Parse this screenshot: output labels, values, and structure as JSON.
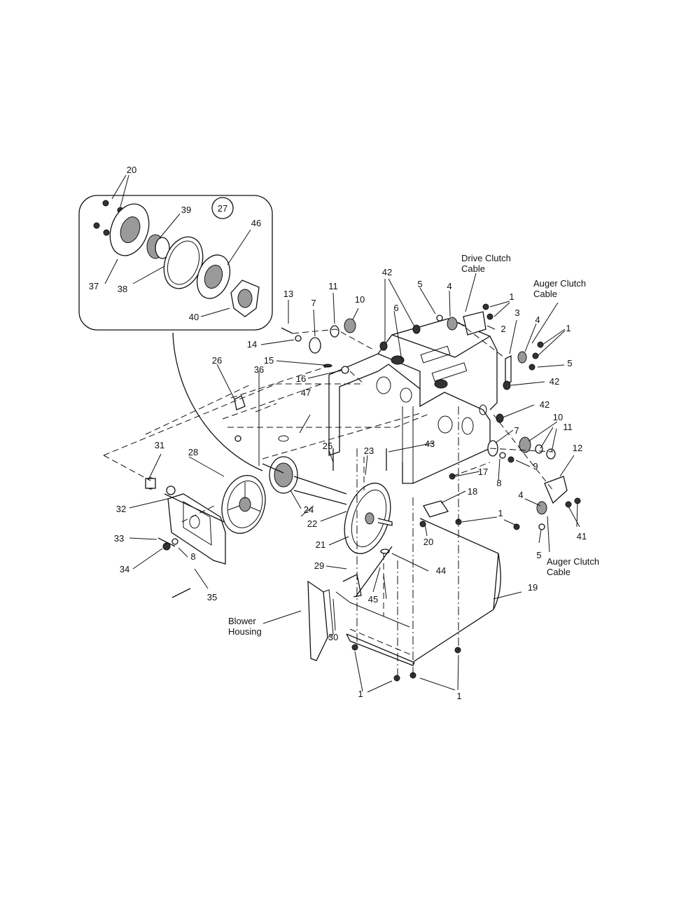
{
  "callouts": {
    "c1a": "1",
    "c1b": "1",
    "c1c": "1",
    "c1d": "1",
    "c1e": "1",
    "c2": "2",
    "c3": "3",
    "c4a": "4",
    "c4b": "4",
    "c4c": "4",
    "c5a": "5",
    "c5b": "5",
    "c5c": "5",
    "c6": "6",
    "c7a": "7",
    "c7b": "7",
    "c8a": "8",
    "c8b": "8",
    "c9": "9",
    "c10a": "10",
    "c10b": "10",
    "c11a": "11",
    "c11b": "11",
    "c12": "12",
    "c13": "13",
    "c14": "14",
    "c15": "15",
    "c16": "16",
    "c17": "17",
    "c18": "18",
    "c19": "19",
    "c20a": "20",
    "c20b": "20",
    "c21": "21",
    "c22": "22",
    "c23": "23",
    "c24": "24",
    "c25": "25",
    "c26": "26",
    "c27": "27",
    "c28": "28",
    "c29": "29",
    "c30": "30",
    "c31": "31",
    "c32": "32",
    "c33": "33",
    "c34": "34",
    "c35": "35",
    "c36": "36",
    "c37": "37",
    "c38": "38",
    "c39": "39",
    "c40": "40",
    "c41": "41",
    "c42a": "42",
    "c42b": "42",
    "c42c": "42",
    "c43": "43",
    "c44": "44",
    "c45": "45",
    "c46": "46",
    "c47": "47"
  },
  "labels": {
    "drive_clutch_line1": "Drive Clutch",
    "drive_clutch_line2": "Cable",
    "auger_clutch_top_line1": "Auger Clutch",
    "auger_clutch_top_line2": "Cable",
    "auger_clutch_bottom_line1": "Auger Clutch",
    "auger_clutch_bottom_line2": "Cable",
    "blower_housing_line1": "Blower",
    "blower_housing_line2": "Housing"
  }
}
